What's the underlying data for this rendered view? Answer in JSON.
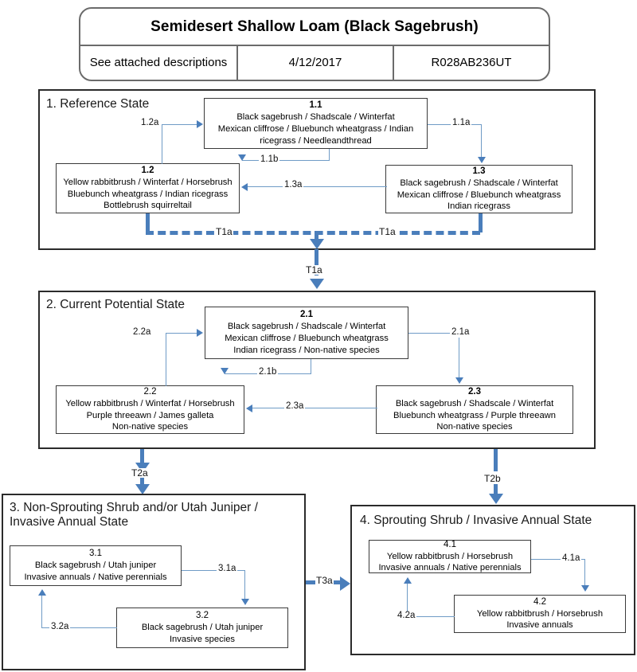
{
  "header": {
    "title": "Semidesert Shallow Loam (Black Sagebrush)",
    "cells": [
      {
        "label": "See attached descriptions"
      },
      {
        "label": "4/12/2017"
      },
      {
        "label": "R028AB236UT"
      }
    ]
  },
  "states": [
    {
      "id": "state-1",
      "title": "1. Reference State",
      "phases": [
        {
          "id": "1.1",
          "body": "Black sagebrush / Shadscale / Winterfat\nMexican cliffrose / Bluebunch wheatgrass / Indian\nricegrass / Needleandthread"
        },
        {
          "id": "1.2",
          "body": "Yellow rabbitbrush / Winterfat / Horsebrush\nBluebunch wheatgrass / Indian ricegrass\nBottlebrush squirreltail"
        },
        {
          "id": "1.3",
          "body": "Black sagebrush / Shadscale / Winterfat\nMexican cliffrose / Bluebunch wheatgrass\nIndian ricegrass"
        }
      ],
      "pathways": [
        "1.2a",
        "1.1a",
        "1.1b",
        "1.3a"
      ]
    },
    {
      "id": "state-2",
      "title": "2. Current Potential State",
      "phases": [
        {
          "id": "2.1",
          "body": "Black sagebrush / Shadscale / Winterfat\nMexican cliffrose / Bluebunch wheatgrass\nIndian ricegrass / Non-native species"
        },
        {
          "id": "2.2",
          "body": "Yellow rabbitbrush / Winterfat / Horsebrush\nPurple threeawn / James galleta\nNon-native species"
        },
        {
          "id": "2.3",
          "body": "Black sagebrush / Shadscale / Winterfat\nBluebunch wheatgrass / Purple threeawn\nNon-native species"
        }
      ],
      "pathways": [
        "2.2a",
        "2.1a",
        "2.1b",
        "2.3a"
      ]
    },
    {
      "id": "state-3",
      "title": "3. Non-Sprouting Shrub and/or Utah Juniper /\nInvasive Annual State",
      "phases": [
        {
          "id": "3.1",
          "body": "Black sagebrush / Utah juniper\nInvasive annuals / Native perennials"
        },
        {
          "id": "3.2",
          "body": "Black sagebrush / Utah juniper\nInvasive species"
        }
      ],
      "pathways": [
        "3.1a",
        "3.2a"
      ]
    },
    {
      "id": "state-4",
      "title": "4. Sprouting Shrub / Invasive Annual State",
      "phases": [
        {
          "id": "4.1",
          "body": "Yellow rabbitbrush / Horsebrush\nInvasive annuals / Native perennials"
        },
        {
          "id": "4.2",
          "body": "Yellow rabbitbrush / Horsebrush\nInvasive annuals"
        }
      ],
      "pathways": [
        "4.1a",
        "4.2a"
      ]
    }
  ],
  "transitions": {
    "t1a_left": "T1a",
    "t1a_right": "T1a",
    "t1a_main": "T1a",
    "t2a": "T2a",
    "t2b": "T2b",
    "t3a": "T3a"
  },
  "colors": {
    "arrow": "#4a7ebb",
    "connector": "#6f9bc6",
    "state_border": "#2b2b2b",
    "phase_border": "#3a3a3a",
    "header_border": "#6b6b6b"
  }
}
